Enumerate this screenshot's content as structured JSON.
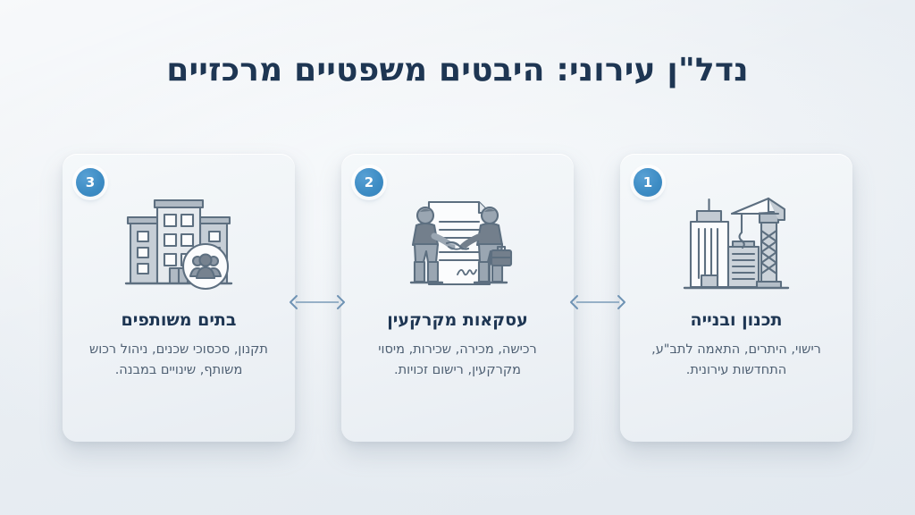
{
  "page": {
    "title": "נדל\"ן עירוני: היבטים משפטיים מרכזיים",
    "background_color": "#eef2f6",
    "title_color": "#1e3653",
    "accent_color": "#3d8cc4",
    "arrow_color": "#6f93b4",
    "body_text_color": "#4e5f72",
    "direction": "rtl"
  },
  "cards": [
    {
      "number": "1",
      "title": "תכנון ובנייה",
      "description": "רישוי, היתרים, התאמה לתב\"ע, התחדשות עירונית.",
      "icon": "construction-buildings-crane-icon"
    },
    {
      "number": "2",
      "title": "עסקאות מקרקעין",
      "description": "רכישה, מכירה, שכירות, מיסוי מקרקעין, רישום זכויות.",
      "icon": "handshake-contract-icon"
    },
    {
      "number": "3",
      "title": "בתים משותפים",
      "description": "תקנון, סכסוכי שכנים, ניהול רכוש משותף, שינויים במבנה.",
      "icon": "apartment-building-residents-icon"
    }
  ],
  "connectors": [
    {
      "name": "connector-card1-card2",
      "type": "double-headed-arrow"
    },
    {
      "name": "connector-card2-card3",
      "type": "double-headed-arrow"
    }
  ]
}
